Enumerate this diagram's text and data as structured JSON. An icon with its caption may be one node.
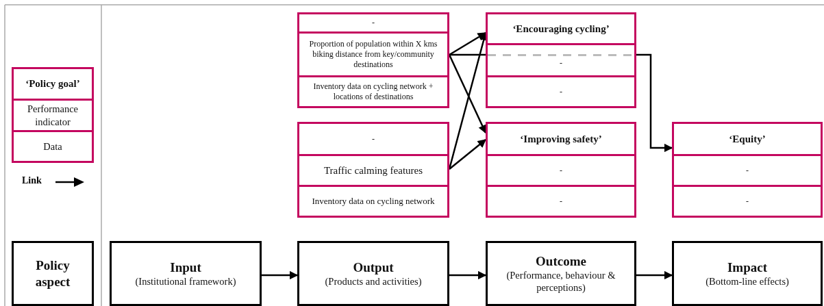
{
  "diagram": {
    "nodes": [
      {
        "text": [
          "‘Policy goal’"
        ]
      },
      {
        "text": [
          "Performance indicator"
        ]
      },
      {
        "text": [
          "Data"
        ]
      },
      {
        "text": [
          "Policy aspect"
        ]
      },
      {
        "text": [
          "-"
        ]
      },
      {
        "text": [
          "Proportion of population within X kms biking distance from key/community destinations"
        ]
      },
      {
        "text": [
          "Inventory data on cycling network + locations of destinations"
        ]
      },
      {
        "text": [
          "‘Encouraging cycling’"
        ]
      },
      {
        "text": [
          "-"
        ]
      },
      {
        "text": [
          "-"
        ]
      },
      {
        "text": [
          "-"
        ]
      },
      {
        "text": [
          "Traffic calming features"
        ]
      },
      {
        "text": [
          "Inventory data on cycling network"
        ]
      },
      {
        "text": [
          "‘Improving safety’"
        ]
      },
      {
        "text": [
          "-"
        ]
      },
      {
        "text": [
          "-"
        ]
      },
      {
        "text": [
          "‘Equity’"
        ]
      },
      {
        "text": [
          "-"
        ]
      },
      {
        "text": [
          "-"
        ]
      },
      {
        "text": [
          "Input",
          "(Institutional framework)"
        ]
      },
      {
        "text": [
          "Output",
          "(Products and activities)"
        ]
      },
      {
        "text": [
          "Outcome",
          "(Performance, behaviour & perceptions)"
        ]
      },
      {
        "text": [
          "Impact",
          "(Bottom-line effects)"
        ]
      }
    ],
    "edges": [
      {
        "from": 5,
        "to": 7,
        "arrow": "to"
      },
      {
        "from": 5,
        "to": 13,
        "arrow": "to"
      },
      {
        "from": 11,
        "to": 7,
        "arrow": "to"
      },
      {
        "from": 11,
        "to": 13,
        "arrow": "to"
      },
      {
        "from": 5,
        "to": 8,
        "arrow": "none"
      },
      {
        "from": 19,
        "to": 20,
        "arrow": "to"
      },
      {
        "from": 20,
        "to": 21,
        "arrow": "to"
      },
      {
        "from": 21,
        "to": 22,
        "arrow": "to"
      },
      {
        "from": 8,
        "to": 16,
        "arrow": "to"
      }
    ],
    "legend": [
      {
        "text": "Link"
      }
    ]
  }
}
